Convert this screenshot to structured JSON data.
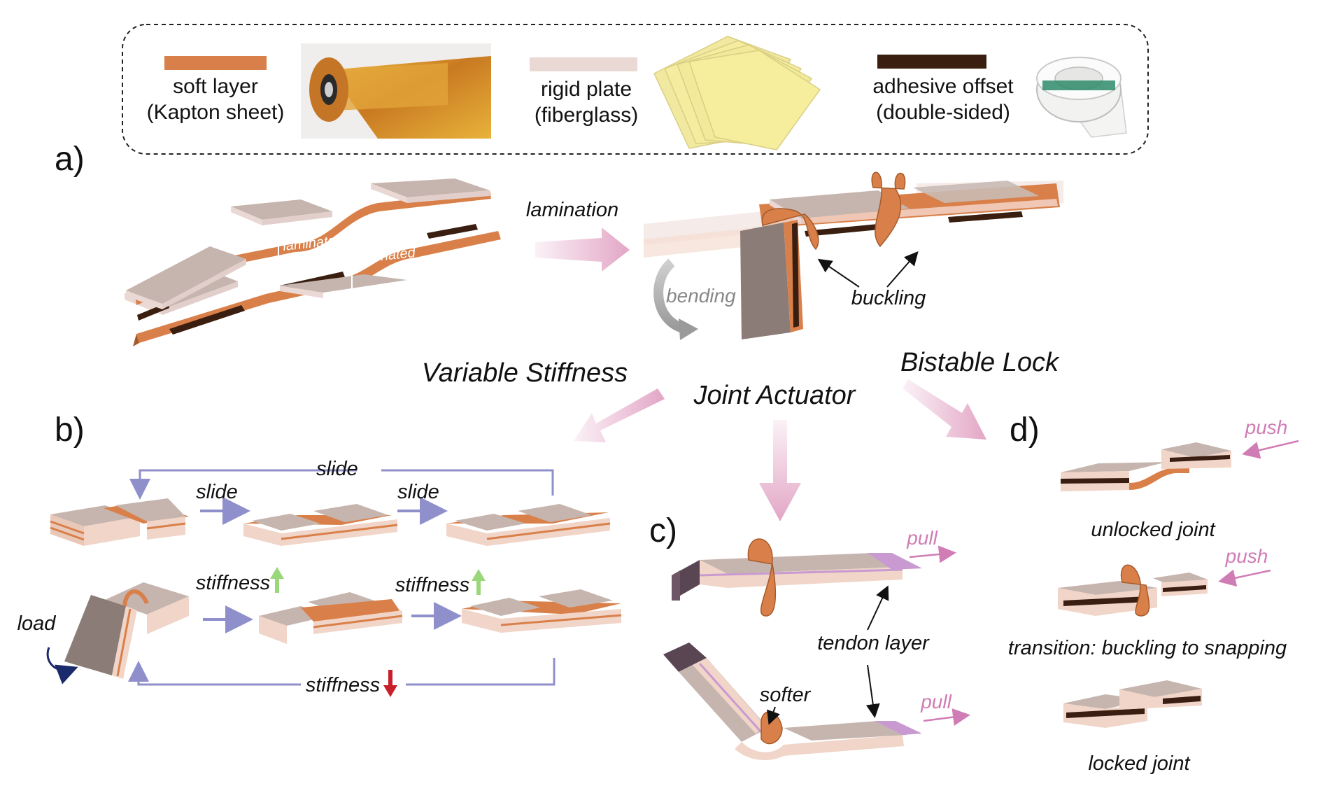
{
  "legend": {
    "soft_label_1": "soft layer",
    "soft_label_2": "(Kapton sheet)",
    "rigid_label_1": "rigid plate",
    "rigid_label_2": "(fiberglass)",
    "adhesive_label_1": "adhesive offset",
    "adhesive_label_2": "(double-sided)"
  },
  "panels": {
    "a": "a)",
    "b": "b)",
    "c": "c)",
    "d": "d)"
  },
  "panel_a": {
    "laminated_1": "laminated",
    "laminated_2": "laminated",
    "lamination": "lamination",
    "bending": "bending",
    "buckling": "buckling"
  },
  "center": {
    "variable_stiffness": "Variable Stiffness",
    "joint_actuator": "Joint Actuator",
    "bistable_lock": "Bistable Lock"
  },
  "panel_b": {
    "slide_top": "slide",
    "slide_1": "slide",
    "slide_2": "slide",
    "stiffness_1": "stiffness",
    "stiffness_2": "stiffness",
    "stiffness_bottom": "stiffness",
    "load": "load"
  },
  "panel_c": {
    "pull_1": "pull",
    "pull_2": "pull",
    "tendon_layer": "tendon layer",
    "softer": "softer"
  },
  "panel_d": {
    "push_1": "push",
    "push_2": "push",
    "unlocked": "unlocked joint",
    "transition": "transition: buckling to snapping",
    "locked": "locked joint"
  },
  "colors": {
    "soft": "#d9804a",
    "rigid": "#b5a39c",
    "rigid_light": "#ead8d5",
    "adhesive": "#3a1e10",
    "pink_arrow": "#e3a6c6",
    "blue_line": "#8f8fcb",
    "green_arrow": "#9ad77a",
    "red_arrow": "#c8202a",
    "tendon": "#c99ad1"
  }
}
